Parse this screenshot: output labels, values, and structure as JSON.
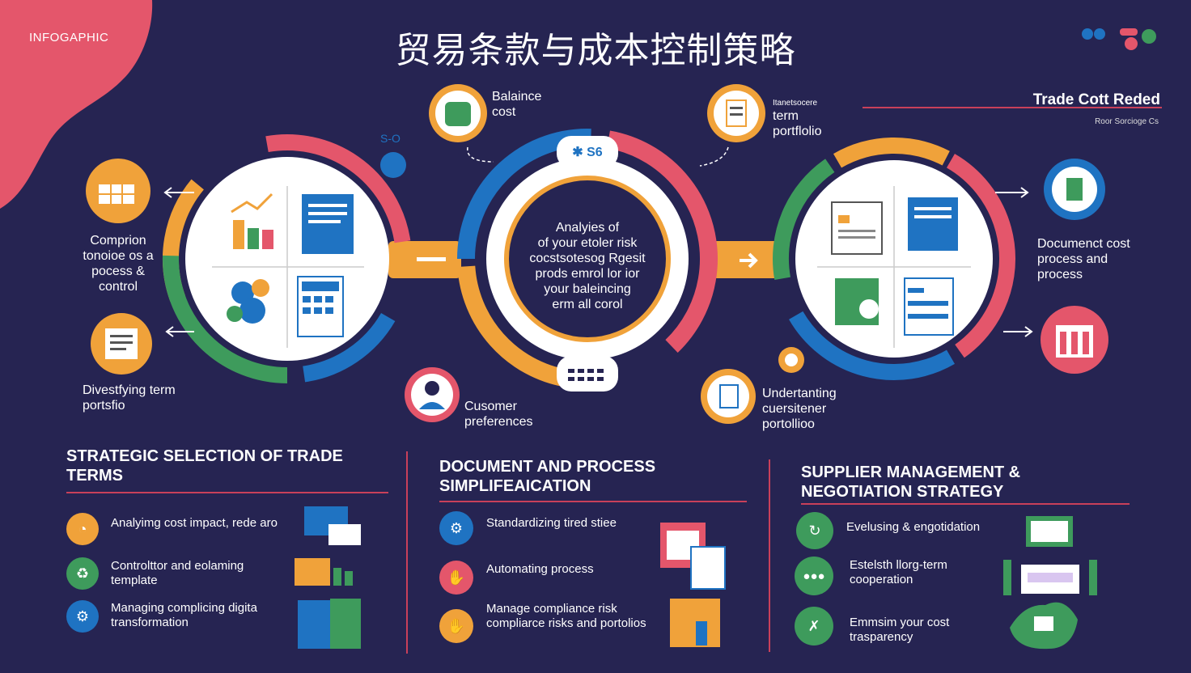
{
  "header": {
    "brand": "INFOGAPHIC",
    "title": "贸易条款与成本控制策略",
    "subtitle": "Trade Cott Reded",
    "subsubtitle": "Roor Sorcioge Cs"
  },
  "left_hub": {
    "labels": [
      "Comprion tonoioe os a pocess & control",
      "Divestfying term portsfio"
    ]
  },
  "top_labels": {
    "balance": "Balaince cost",
    "term_portfolio_small": "Itanetsocere",
    "term_portfolio": "term portflolio",
    "small_note_left": "S-O"
  },
  "center_hub": {
    "badge": "✱ S6",
    "text_lines": [
      "Analyies of",
      "of your etoler risk",
      "cocstsotesog Rgesit",
      "prods emrol lor ior",
      "your baleincing",
      "erm all corol"
    ]
  },
  "bottom_labels": {
    "customer": "Cusomer preferences",
    "understanding": "Undertanting cuersitener portollioo"
  },
  "right_hub": {
    "labels": [
      "Documenct cost process and process"
    ]
  },
  "colors": {
    "background": "#262452",
    "accent_red": "#e4566b",
    "accent_orange": "#f0a23a",
    "accent_blue": "#1f73c2",
    "accent_green": "#3e9b5c"
  },
  "sections": [
    {
      "title": "STRATEGIC SELECTION OF TRADE TERMS",
      "items": [
        {
          "text": "Analyimg cost impact, rede aro",
          "icon": "chart-icon",
          "color": "#f0a23a"
        },
        {
          "text": "Controlttor and eolaming template",
          "icon": "recycle-icon",
          "color": "#3e9b5c"
        },
        {
          "text": "Managing complicing digita transformation",
          "icon": "gear-icon",
          "color": "#1f73c2"
        }
      ]
    },
    {
      "title": "DOCUMENT AND PROCESS SIMPLIFEAICATION",
      "items": [
        {
          "text": "Standardizing tired stiee",
          "icon": "gear-icon",
          "color": "#1f73c2"
        },
        {
          "text": "Automating process",
          "icon": "hand-icon",
          "color": "#e4566b"
        },
        {
          "text": "Manage compliance risk compliarce risks and portolios",
          "icon": "hand-coin-icon",
          "color": "#f0a23a"
        }
      ]
    },
    {
      "title": "SUPPLIER MANAGEMENT & NEGOTIATION STRATEGY",
      "items": [
        {
          "text": "Evelusing & engotidation",
          "icon": "refresh-icon",
          "color": "#3e9b5c"
        },
        {
          "text": "Estelsth llorg-term cooperation",
          "icon": "team-icon",
          "color": "#3e9b5c"
        },
        {
          "text": "Emmsim your cost trasparency",
          "icon": "handshake-icon",
          "color": "#3e9b5c"
        }
      ]
    }
  ]
}
